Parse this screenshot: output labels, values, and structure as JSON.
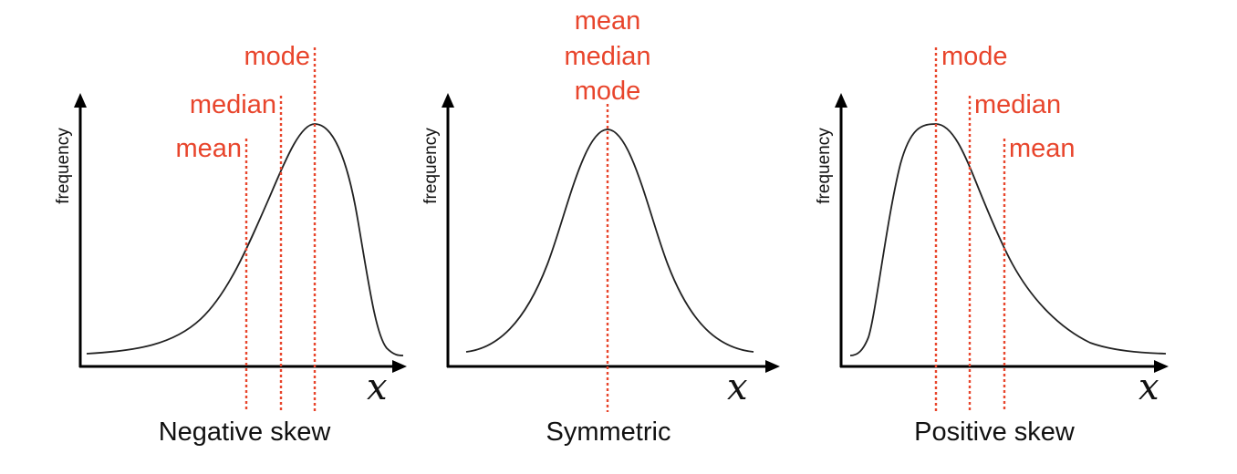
{
  "colors": {
    "marker": "#e8452c",
    "curve": "#222222",
    "axis": "#000000",
    "text": "#111111"
  },
  "panels": [
    {
      "caption": "Negative skew",
      "y_axis_label": "frequency",
      "x_axis_label": "x",
      "markers": [
        {
          "label": "mean"
        },
        {
          "label": "median"
        },
        {
          "label": "mode"
        }
      ]
    },
    {
      "caption": "Symmetric",
      "y_axis_label": "frequency",
      "x_axis_label": "x",
      "markers": [
        {
          "label": "mean"
        },
        {
          "label": "median"
        },
        {
          "label": "mode"
        }
      ]
    },
    {
      "caption": "Positive skew",
      "y_axis_label": "frequency",
      "x_axis_label": "x",
      "markers": [
        {
          "label": "mode"
        },
        {
          "label": "median"
        },
        {
          "label": "mean"
        }
      ]
    }
  ]
}
